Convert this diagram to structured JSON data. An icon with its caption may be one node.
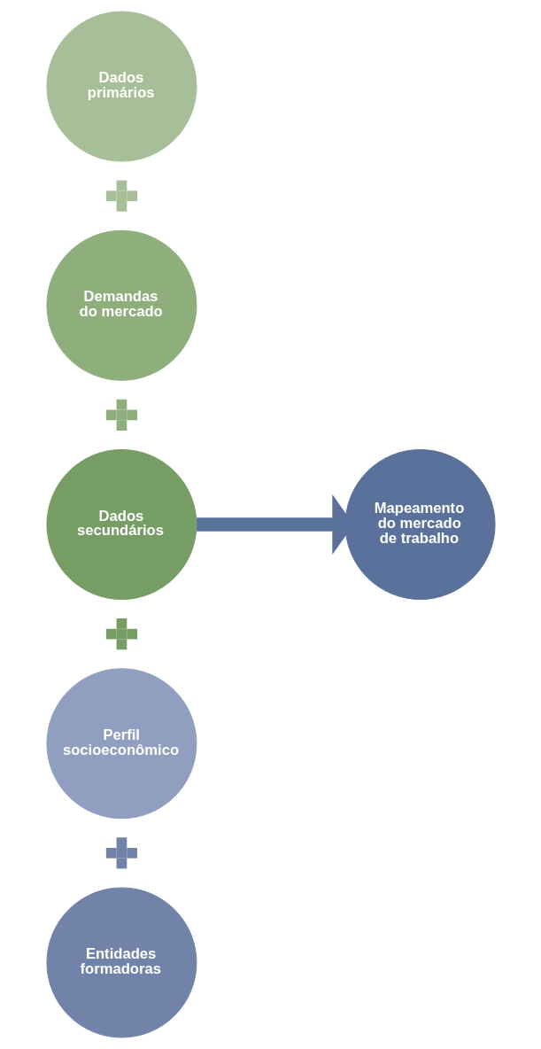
{
  "diagram": {
    "nodes": [
      {
        "text": [
          "Dados primários"
        ]
      },
      {
        "text": [],
        "shape": "plus"
      },
      {
        "text": [
          "Demandas do mercado"
        ]
      },
      {
        "text": [],
        "shape": "plus"
      },
      {
        "text": [
          "Dados secundários"
        ]
      },
      {
        "text": [
          "Mapeamento do mercado de trabalho"
        ]
      },
      {
        "text": [],
        "shape": "plus"
      },
      {
        "text": [
          "Perfil socioeconômico"
        ]
      },
      {
        "text": [],
        "shape": "plus"
      },
      {
        "text": [
          "Entidades formadoras"
        ]
      }
    ],
    "edges": [
      {
        "from": 4,
        "to": 5,
        "arrow": "to"
      }
    ]
  }
}
